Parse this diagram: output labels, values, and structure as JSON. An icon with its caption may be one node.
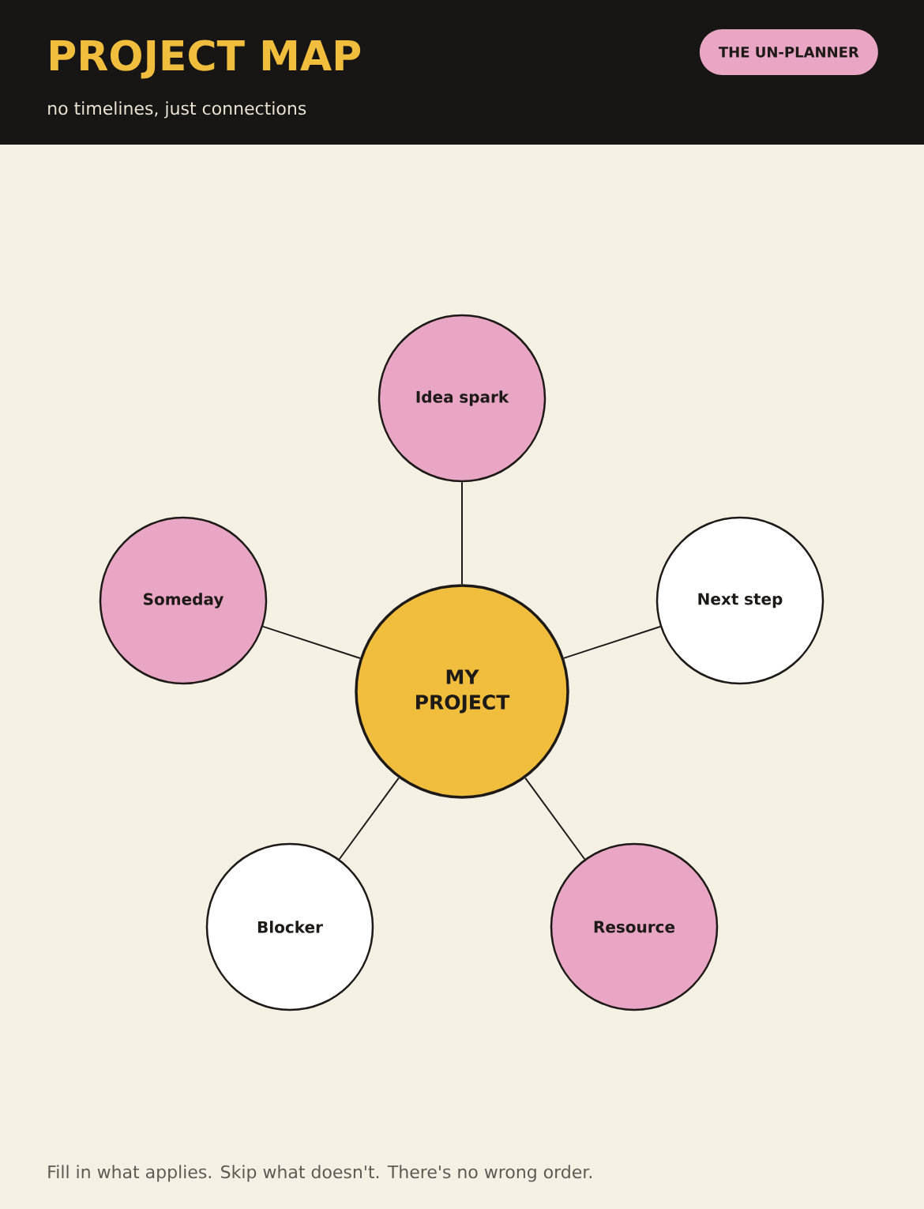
{
  "diagram": {
    "title": "PROJECT MAP",
    "nodes": [
      {
        "text": [
          "Idea spark"
        ]
      },
      {
        "text": [
          "Someday"
        ]
      },
      {
        "text": [
          "Next step"
        ]
      },
      {
        "text": [
          "MY PROJECT"
        ]
      },
      {
        "text": [
          "Blocker"
        ]
      },
      {
        "text": [
          "Resource"
        ]
      }
    ],
    "edges": [
      {
        "from": 3,
        "to": 0,
        "arrow": "none"
      },
      {
        "from": 3,
        "to": 1,
        "arrow": "none"
      },
      {
        "from": 3,
        "to": 2,
        "arrow": "none"
      },
      {
        "from": 3,
        "to": 4,
        "arrow": "none"
      },
      {
        "from": 3,
        "to": 5,
        "arrow": "none"
      }
    ],
    "labels": [
      "THE UN-PLANNER",
      "no timelines, just connections",
      "Fill in what applies. Skip what doesn't. There's no wrong order."
    ]
  }
}
